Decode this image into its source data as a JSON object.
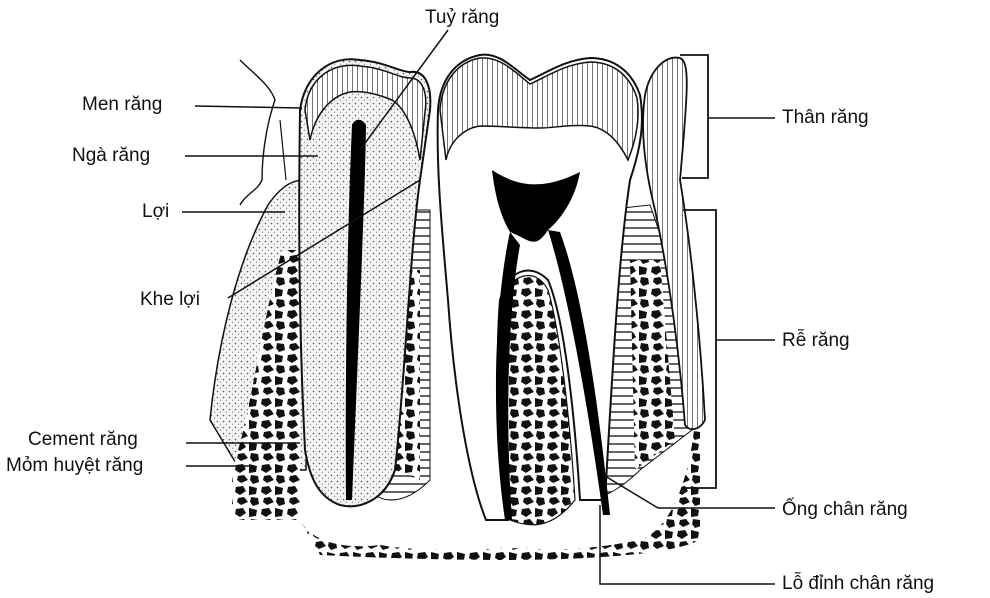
{
  "labels": {
    "tuy_rang": "Tuỷ răng",
    "men_rang": "Men răng",
    "nga_rang": "Ngà răng",
    "loi": "Lợi",
    "khe_loi": "Khe lợi",
    "cement_rang": "Cement răng",
    "mom_huyet_rang": "Mỏm huyệt răng",
    "than_rang": "Thân răng",
    "re_rang": "Rễ răng",
    "ong_chan_rang": "Ống chân răng",
    "lo_dinh_chan_rang": "Lỗ đỉnh chân răng"
  },
  "colors": {
    "ink": "#111111",
    "paper": "#ffffff",
    "dentin": "#ececec",
    "pulp": "#000000"
  }
}
